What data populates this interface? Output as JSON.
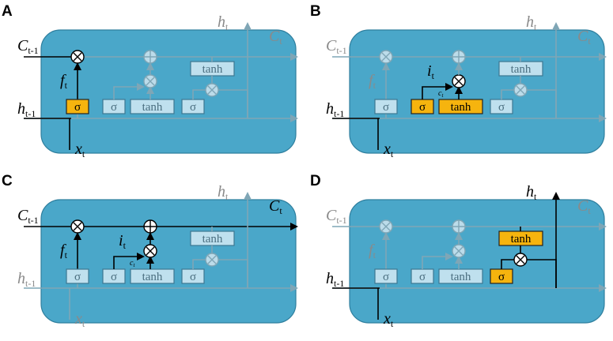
{
  "colors": {
    "cell_fill": "#4aa7c9",
    "cell_stroke": "#2f7f9e",
    "gate_fill_active": "#f6b40e",
    "gate_fill_inactive": "#bfe0ee",
    "gate_stroke": "#3d7892",
    "line_active": "#000000",
    "line_inactive": "#7fa6b6",
    "text_inactive": "#8a8a8a",
    "op_fill_inactive": "#bcdcea"
  },
  "labels": {
    "sigma": "σ",
    "tanh": "tanh",
    "h": "h",
    "C": "C",
    "x": "x",
    "f": "f",
    "i": "i",
    "C_tilde": "C̃",
    "sub_t": "t",
    "sub_t_minus_1": "t-1",
    "tiny_c": "c",
    "tiny_t": "t"
  },
  "panels": [
    {
      "letter": "A",
      "highlight": "forget"
    },
    {
      "letter": "B",
      "highlight": "input"
    },
    {
      "letter": "C",
      "highlight": "update"
    },
    {
      "letter": "D",
      "highlight": "output"
    }
  ]
}
